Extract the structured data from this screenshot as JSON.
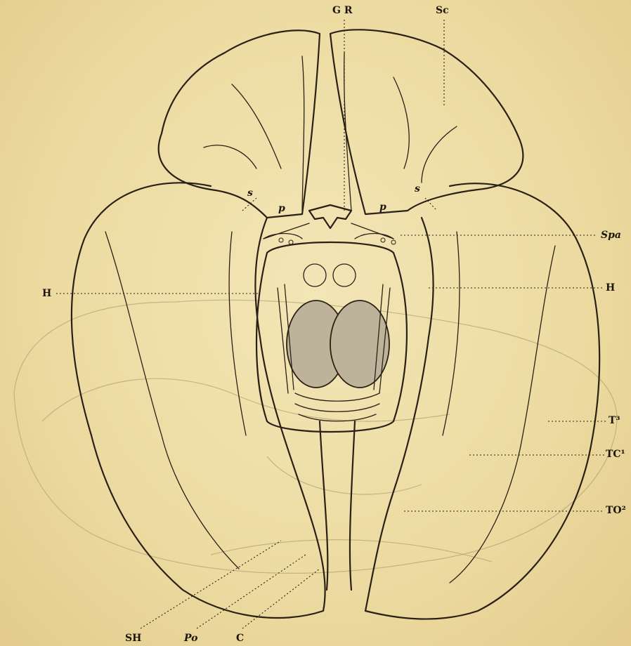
{
  "labels": {
    "gr": "G R",
    "sc": "Sc",
    "s_left": "s",
    "s_right": "s",
    "p_left": "p",
    "p_right": "p",
    "spa": "Spa",
    "h_left": "H",
    "h_right": "H",
    "t3": "T³",
    "tc1": "TC¹",
    "to2": "TO²",
    "sh": "SH",
    "po": "Po",
    "c": "C"
  }
}
